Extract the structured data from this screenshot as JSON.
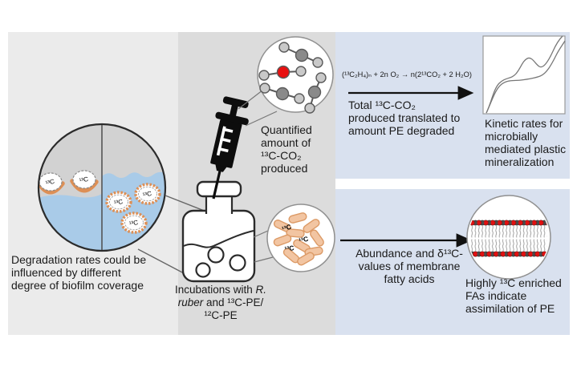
{
  "figure": {
    "type": "graphical-abstract",
    "topic": "13C-PE biodegradation experiment workflow"
  },
  "colors": {
    "panel_left_gray": "#ebebeb",
    "panel_mid_gray": "#dcdcdc",
    "panel_blue": "#d9e1ef",
    "water_blue": "#a9cbe8",
    "biofilm_orange": "#dd8f55",
    "bacteria_tan": "#f2c5a2",
    "bacteria_border": "#dc9a66",
    "atom_red": "#e81010",
    "atom_dark_gray": "#8a8a8a",
    "atom_light_gray": "#c9c9c9",
    "line_dark": "#2b2b2b",
    "text": "#1a1a1a"
  },
  "captions": {
    "degradation": "Degradation rates could be\ninfluenced  by different\ndegree of biofilm coverage",
    "incubation_pre": "Incubations with ",
    "incubation_species": "R. ruber",
    "incubation_post": " and ¹³C-PE/ ¹²C-PE",
    "quantified": "Quantified\namount of\n¹³C-CO₂\nproduced",
    "equation": "(¹³C₂H₄)ₙ + 2n O₂ → n(2¹³CO₂ + 2 H₂O)",
    "total": "Total ¹³C-CO₂\nproduced translated to\namount PE degraded",
    "kinetic": "Kinetic rates for\nmicrobially\nmediated plastic\nmineralization",
    "abundance": "Abundance  and δ¹³C-\nvalues of membrane\nfatty acids",
    "fatty_acids": "Highly ¹³C enriched\nFAs indicate\nassimilation of PE"
  },
  "labels": {
    "isotope13": "¹³C"
  }
}
